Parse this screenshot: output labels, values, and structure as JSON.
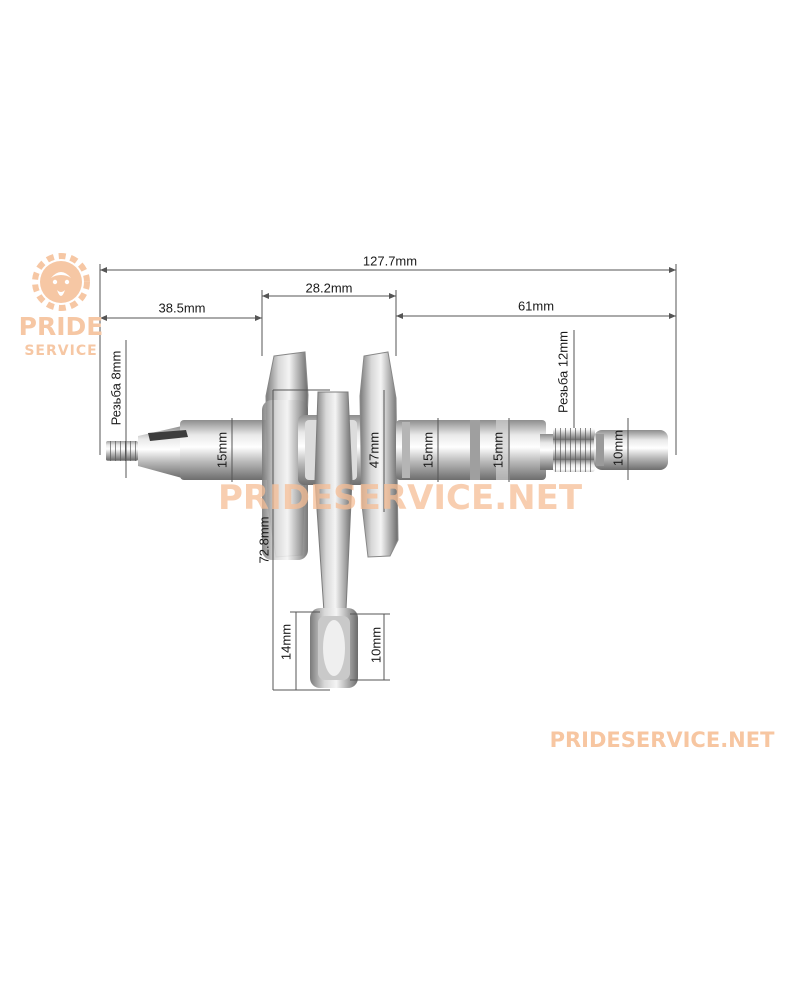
{
  "logo": {
    "word1": "PRIDE",
    "word2": "SERVICE",
    "icon": "lion-gear-icon",
    "color": "#f6c7a4"
  },
  "watermarks": {
    "center": "PRIDESERVICE.NET",
    "lower_right": "PRIDESERVICE.NET",
    "color": "#f7c6a1"
  },
  "dimensions": {
    "total_length": "127.7mm",
    "crank_width": "28.2mm",
    "left_shaft": "38.5mm",
    "right_shaft": "61mm",
    "left_thread": "Резьба 8mm",
    "right_thread": "Резьба 12mm",
    "left_journal": "15mm",
    "web_diameter": "47mm",
    "right_journal_1": "15mm",
    "right_journal_2": "15mm",
    "right_tip": "10mm",
    "rod_length": "72.8mm",
    "small_end_outer": "14mm",
    "small_end_inner": "10mm"
  },
  "object": {
    "icon": "crankshaft-icon"
  }
}
